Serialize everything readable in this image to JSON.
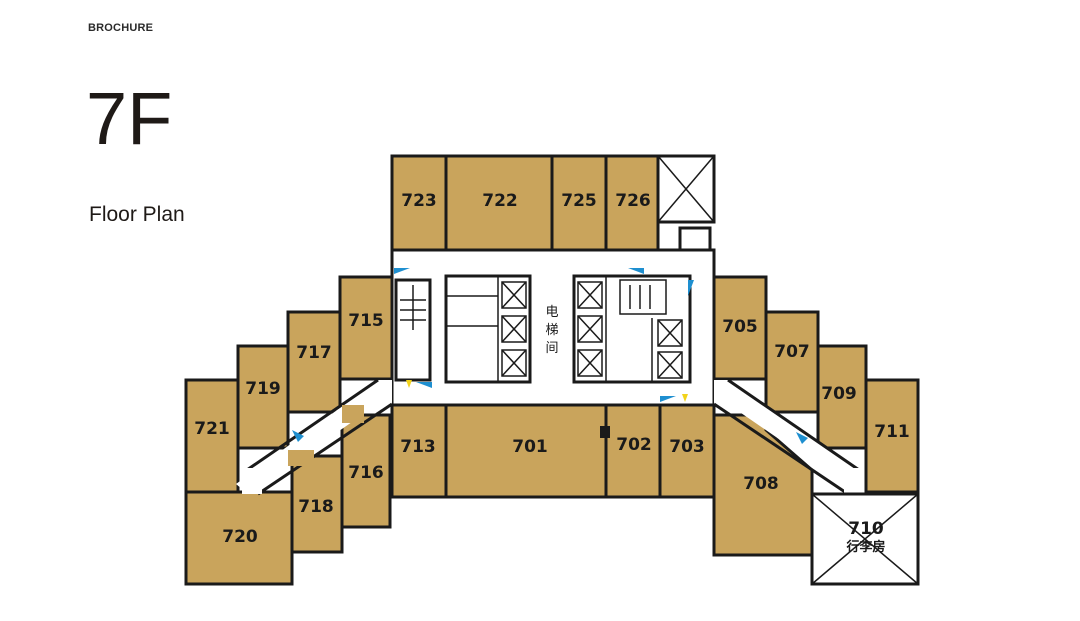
{
  "header": {
    "brand": "BROCHURE",
    "floor": "7F",
    "subtitle": "Floor Plan"
  },
  "rooms": {
    "r701": "701",
    "r702": "702",
    "r703": "703",
    "r705": "705",
    "r707": "707",
    "r708": "708",
    "r709": "709",
    "r710": "710",
    "r711": "711",
    "r713": "713",
    "r715": "715",
    "r716": "716",
    "r717": "717",
    "r718": "718",
    "r719": "719",
    "r720": "720",
    "r721": "721",
    "r722": "722",
    "r723": "723",
    "r725": "725",
    "r726": "726"
  },
  "labels": {
    "luggage_room": "行李房",
    "elevator_hall": [
      "电",
      "梯",
      "间"
    ]
  },
  "colors": {
    "room_fill": "#c9a45c",
    "wall": "#1a1a1a",
    "door_marker_blue": "#1e8fd0",
    "door_marker_yellow": "#f2d31b"
  }
}
